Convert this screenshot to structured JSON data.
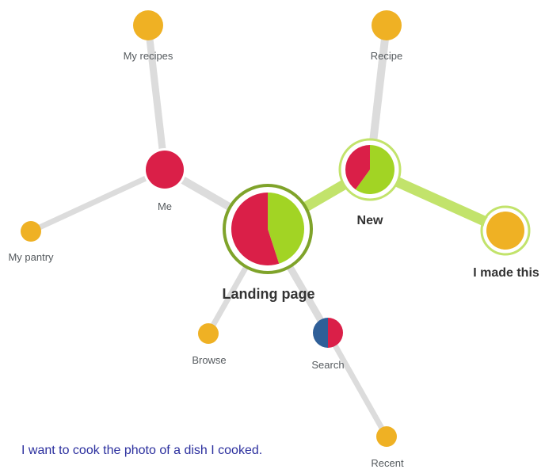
{
  "colors": {
    "edge_default": "#dcdcdc",
    "edge_active": "#c2e36b",
    "active_ring_outer": "#7fa32a",
    "active_ring_light": "#c2e36b",
    "orange": "#efb124",
    "red": "#da1f48",
    "green": "#a2d424",
    "blue": "#2f5f98",
    "caption": "#2b2f9e",
    "label": "#555a5e",
    "label_strong": "#333333"
  },
  "nodes": {
    "landing": {
      "label": "Landing page"
    },
    "me": {
      "label": "Me"
    },
    "new": {
      "label": "New"
    },
    "made": {
      "label": "I made this"
    },
    "recipes": {
      "label": "My recipes"
    },
    "recipe": {
      "label": "Recipe"
    },
    "pantry": {
      "label": "My pantry"
    },
    "browse": {
      "label": "Browse"
    },
    "search": {
      "label": "Search"
    },
    "recent": {
      "label": "Recent"
    }
  },
  "pies": {
    "landing": [
      {
        "color_key": "green",
        "fraction": 0.45
      },
      {
        "color_key": "red",
        "fraction": 0.55
      }
    ],
    "new": [
      {
        "color_key": "green",
        "fraction": 0.6
      },
      {
        "color_key": "red",
        "fraction": 0.4
      }
    ],
    "search": [
      {
        "color_key": "red",
        "fraction": 0.5
      },
      {
        "color_key": "blue",
        "fraction": 0.5
      }
    ]
  },
  "caption": "I want to cook the photo of a dish I cooked."
}
